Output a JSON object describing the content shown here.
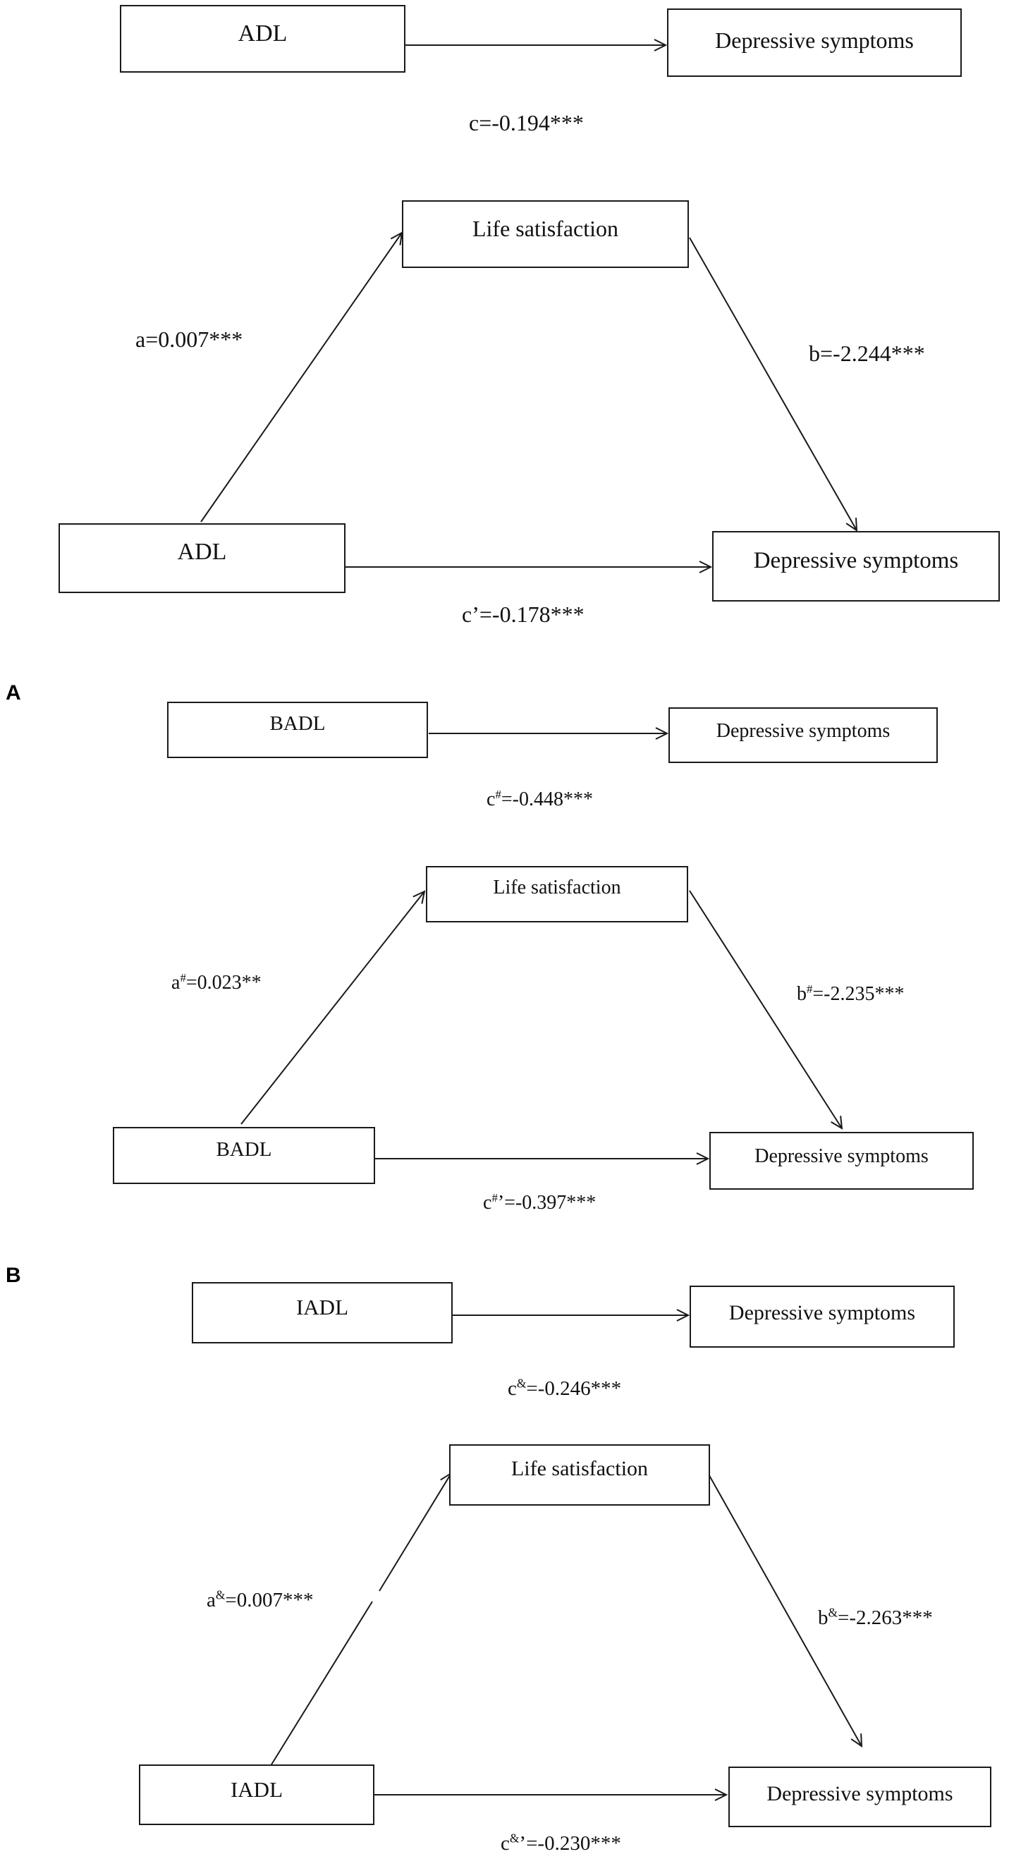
{
  "panels": [
    {
      "id": "overall",
      "panel_label": "",
      "total": {
        "predictor": "ADL",
        "outcome": "Depressive symptoms",
        "coef": "c=-0.194***"
      },
      "mediation": {
        "mediator": "Life satisfaction",
        "predictor": "ADL",
        "outcome": "Depressive symptoms",
        "a_path": "a=0.007***",
        "b_path": "b=-2.244***",
        "direct": "c’=-0.178***"
      }
    },
    {
      "id": "badl",
      "panel_label": "A",
      "total": {
        "predictor": "BADL",
        "outcome": "Depressive symptoms",
        "coef_sup": "#",
        "coef": "c#=-0.448***",
        "coef_rest": "=-0.448***"
      },
      "mediation": {
        "mediator": "Life satisfaction",
        "predictor": "BADL",
        "outcome": "Depressive symptoms",
        "a_path": "a#=0.023**",
        "a_sup": "#",
        "a_rest": "=0.023**",
        "b_path": "b#=-2.235***",
        "b_sup": "#",
        "b_rest": "=-2.235***",
        "direct": "c#’=-0.397***",
        "direct_sup": "#",
        "direct_rest": "’=-0.397***"
      }
    },
    {
      "id": "iadl",
      "panel_label": "B",
      "total": {
        "predictor": "IADL",
        "outcome": "Depressive symptoms",
        "coef": "c&=-0.246***",
        "coef_sup": "&",
        "coef_rest": "=-0.246***"
      },
      "mediation": {
        "mediator": "Life satisfaction",
        "predictor": "IADL",
        "outcome": "Depressive symptoms",
        "a_path": "a&=0.007***",
        "a_sup": "&",
        "a_rest": "=0.007***",
        "b_path": "b&=-2.263***",
        "b_sup": "&",
        "b_rest": "=-2.263***",
        "direct": "c&’=-0.230***",
        "direct_sup": "&",
        "direct_rest": "’=-0.230***"
      }
    }
  ]
}
